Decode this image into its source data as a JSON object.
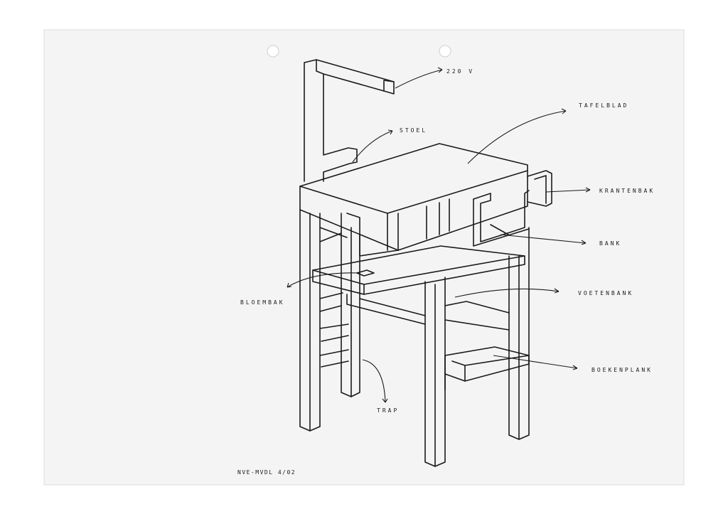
{
  "labels": {
    "power": "220 V",
    "table_top": "TAFELBLAD",
    "chair": "STOEL",
    "newspaper_rack": "KRANTENBAK",
    "bench": "BANK",
    "flower_box": "BLOEMBAK",
    "footrest": "VOETENBANK",
    "bookshelf": "BOEKENPLANK",
    "stairs": "TRAP"
  },
  "signature": "NVE-MVDL 4/02",
  "colors": {
    "paper": "#f4f4f4",
    "ink": "#1a1a1a"
  }
}
